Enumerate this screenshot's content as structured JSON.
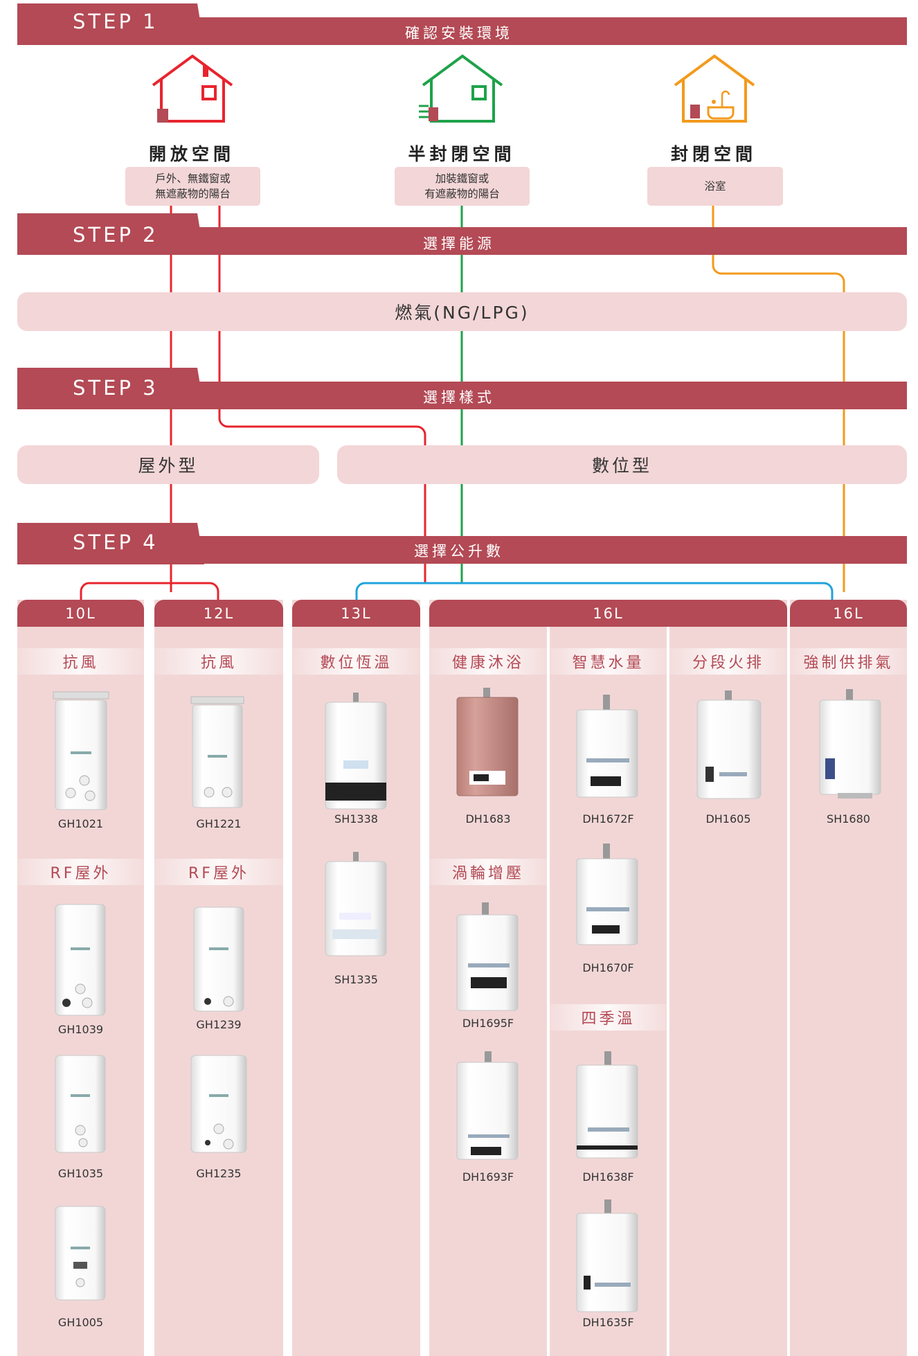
{
  "steps": [
    {
      "label": "STEP 1",
      "title": "確認安裝環境"
    },
    {
      "label": "STEP 2",
      "title": "選擇能源"
    },
    {
      "label": "STEP 3",
      "title": "選擇樣式"
    },
    {
      "label": "STEP 4",
      "title": "選擇公升數"
    }
  ],
  "environments": [
    {
      "name": "開放空間",
      "desc": "戶外、無鐵窗或\n無遮蔽物的陽台",
      "color": "#e8242e"
    },
    {
      "name": "半封閉空間",
      "desc": "加裝鐵窗或\n有遮蔽物的陽台",
      "color": "#1ea24a"
    },
    {
      "name": "封閉空間",
      "desc": "浴室",
      "color": "#f39a1c"
    }
  ],
  "energy": "燃氣(NG/LPG)",
  "styles": [
    "屋外型",
    "數位型"
  ],
  "columns": {
    "c10": {
      "header": "10L"
    },
    "c12": {
      "header": "12L"
    },
    "c13": {
      "header": "13L"
    },
    "c16a": {
      "header": "16L"
    },
    "c16b": {
      "header": "16L"
    }
  },
  "categories": {
    "c10_1": "抗風",
    "c10_2": "RF屋外",
    "c12_1": "抗風",
    "c12_2": "RF屋外",
    "c13_1": "數位恆溫",
    "c16_1": "健康沐浴",
    "c16_2": "渦輪增壓",
    "c16_3": "智慧水量",
    "c16_4": "四季溫",
    "c16_5": "分段火排",
    "c16b_1": "強制供排氣"
  },
  "models": {
    "gh1021": "GH1021",
    "gh1039": "GH1039",
    "gh1035": "GH1035",
    "gh1005": "GH1005",
    "gh1221": "GH1221",
    "gh1239": "GH1239",
    "gh1235": "GH1235",
    "sh1338": "SH1338",
    "sh1335": "SH1335",
    "dh1683": "DH1683",
    "dh1695f": "DH1695F",
    "dh1693f": "DH1693F",
    "dh1672f": "DH1672F",
    "dh1670f": "DH1670F",
    "dh1638f": "DH1638F",
    "dh1635f": "DH1635F",
    "dh1605": "DH1605",
    "sh1680": "SH1680"
  },
  "colors": {
    "brand": "#b34a55",
    "pill": "#f3d6d7",
    "red": "#e8242e",
    "green": "#1ea24a",
    "orange": "#f39a1c",
    "blue": "#1fa3dc"
  }
}
